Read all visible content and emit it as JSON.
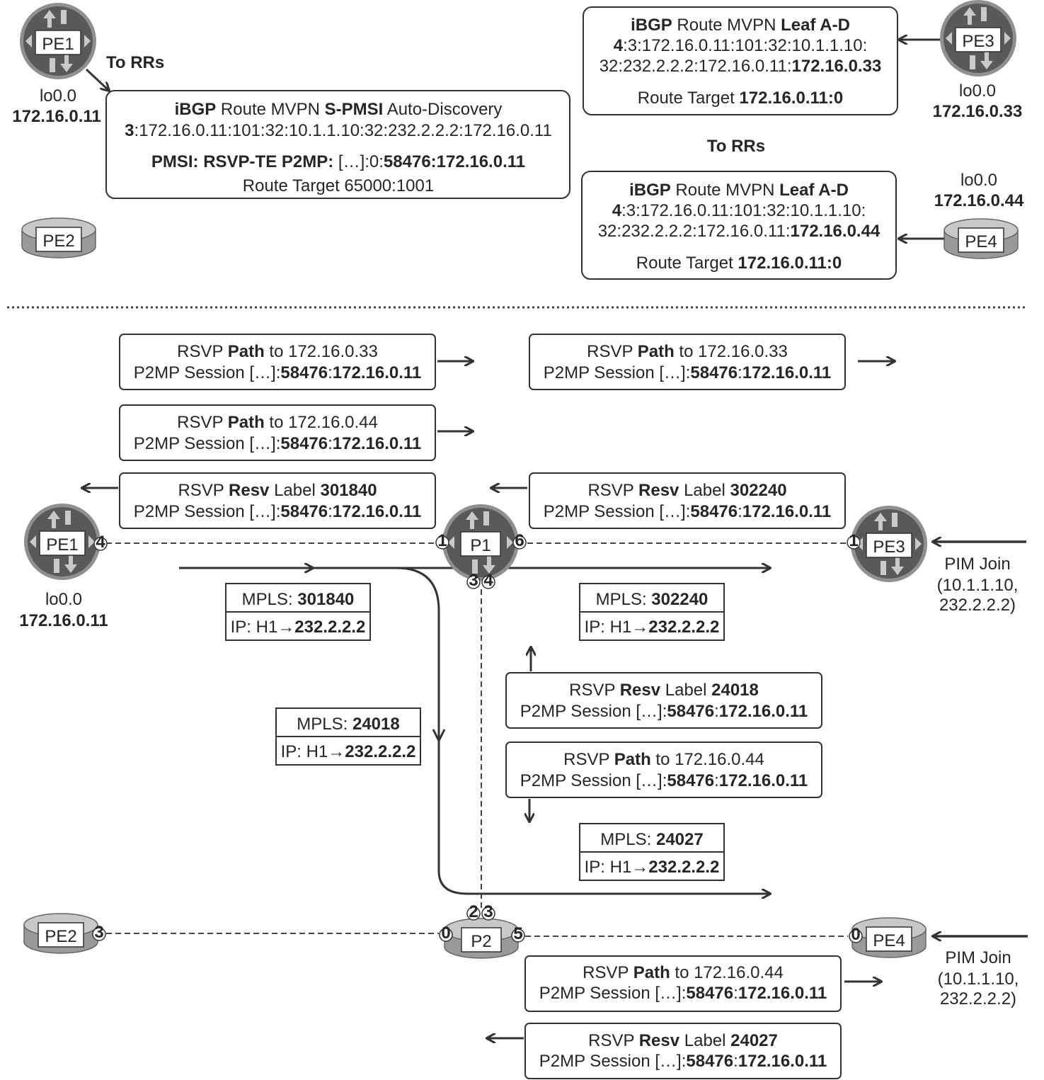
{
  "routers": {
    "pe1_top": "PE1",
    "pe2_top": "PE2",
    "pe3_top": "PE3",
    "pe4_top": "PE4",
    "pe1": "PE1",
    "p1": "P1",
    "pe3": "PE3",
    "pe2": "PE2",
    "p2": "P2",
    "pe4": "PE4"
  },
  "loopbacks": {
    "pe1_top": {
      "name": "lo0.0",
      "address": "172.16.0.11"
    },
    "pe3_top": {
      "name": "lo0.0",
      "address": "172.16.0.33"
    },
    "pe4_top": {
      "name": "lo0.0",
      "address": "172.16.0.44"
    },
    "pe1_bottom": {
      "name": "lo0.0",
      "address": "172.16.0.11"
    }
  },
  "to_rrs": {
    "left": "To RRs",
    "right": "To RRs"
  },
  "bgp_routes": {
    "spmsi": {
      "line1": {
        "a": "iBGP",
        "b": " Route MVPN ",
        "c": "S-PMSI",
        "d": " Auto-Discovery"
      },
      "line2": {
        "a": "3",
        "b": ":172.16.0.11:101:32:10.1.1.10:32:232.2.2.2:172.16.0.11"
      },
      "line3": {
        "a": "PMSI: RSVP-TE P2MP:",
        "b": " […]:0:",
        "c": "58476:172.16.0.11"
      },
      "line4": "Route Target 65000:1001"
    },
    "leaf_pe3": {
      "line1": {
        "a": "iBGP",
        "b": " Route MVPN ",
        "c": "Leaf A-D"
      },
      "line2": {
        "a": "4",
        "b": ":3:172.16.0.11:101:32:10.1.1.10:"
      },
      "line3": {
        "a": "32:232.2.2.2:172.16.0.11:",
        "b": "172.16.0.33"
      },
      "line4": {
        "a": "Route Target ",
        "b": "172.16.0.11:0"
      }
    },
    "leaf_pe4": {
      "line1": {
        "a": "iBGP",
        "b": " Route MVPN ",
        "c": "Leaf A-D"
      },
      "line2": {
        "a": "4",
        "b": ":3:172.16.0.11:101:32:10.1.1.10:"
      },
      "line3": {
        "a": "32:232.2.2.2:172.16.0.11:",
        "b": "172.16.0.44"
      },
      "line4": {
        "a": "Route Target ",
        "b": "172.16.0.11:0"
      }
    }
  },
  "rsvp": {
    "path_pe1_33": {
      "l1a": "RSVP ",
      "l1b": "Path",
      "l1c": " to 172.16.0.33",
      "l2a": "P2MP Session […]:",
      "l2b": "58476",
      "l2c": ":",
      "l2d": "172.16.0.11"
    },
    "path_p1_33": {
      "l1a": "RSVP ",
      "l1b": "Path",
      "l1c": " to 172.16.0.33",
      "l2a": "P2MP Session […]:",
      "l2b": "58476",
      "l2c": ":",
      "l2d": "172.16.0.11"
    },
    "path_pe1_44": {
      "l1a": "RSVP ",
      "l1b": "Path",
      "l1c": " to 172.16.0.44",
      "l2a": "P2MP Session […]:",
      "l2b": "58476",
      "l2c": ":",
      "l2d": "172.16.0.11"
    },
    "resv_301840": {
      "l1a": "RSVP ",
      "l1b": "Resv",
      "l1c": " Label ",
      "l1d": "301840",
      "l2a": "P2MP Session […]:",
      "l2b": "58476",
      "l2c": ":",
      "l2d": "172.16.0.11"
    },
    "resv_302240": {
      "l1a": "RSVP ",
      "l1b": "Resv",
      "l1c": " Label ",
      "l1d": "302240",
      "l2a": "P2MP Session […]:",
      "l2b": "58476",
      "l2c": ":",
      "l2d": "172.16.0.11"
    },
    "resv_24018": {
      "l1a": "RSVP ",
      "l1b": "Resv",
      "l1c": " Label ",
      "l1d": "24018",
      "l2a": "P2MP Session […]:",
      "l2b": "58476",
      "l2c": ":",
      "l2d": "172.16.0.11"
    },
    "path_p1_44": {
      "l1a": "RSVP ",
      "l1b": "Path",
      "l1c": " to 172.16.0.44",
      "l2a": "P2MP Session […]:",
      "l2b": "58476",
      "l2c": ":",
      "l2d": "172.16.0.11"
    },
    "path_p2_44": {
      "l1a": "RSVP ",
      "l1b": "Path",
      "l1c": " to 172.16.0.44",
      "l2a": "P2MP Session […]:",
      "l2b": "58476",
      "l2c": ":",
      "l2d": "172.16.0.11"
    },
    "resv_24027": {
      "l1a": "RSVP ",
      "l1b": "Resv",
      "l1c": " Label ",
      "l1d": "24027",
      "l2a": "P2MP Session […]:",
      "l2b": "58476",
      "l2c": ":",
      "l2d": "172.16.0.11"
    }
  },
  "packets": {
    "pkt_301840": {
      "mpls_prefix": "MPLS: ",
      "mpls_label": "301840",
      "ip_prefix": "IP: H1→",
      "ip_group": "232.2.2.2"
    },
    "pkt_302240": {
      "mpls_prefix": "MPLS: ",
      "mpls_label": "302240",
      "ip_prefix": "IP: H1→",
      "ip_group": "232.2.2.2"
    },
    "pkt_24018": {
      "mpls_prefix": "MPLS: ",
      "mpls_label": "24018",
      "ip_prefix": "IP: H1→",
      "ip_group": "232.2.2.2"
    },
    "pkt_24027": {
      "mpls_prefix": "MPLS: ",
      "mpls_label": "24027",
      "ip_prefix": "IP: H1→",
      "ip_group": "232.2.2.2"
    }
  },
  "ports": {
    "pe1": "4",
    "p1_left": "1",
    "p1_right": "6",
    "p1_down_a": "3",
    "p1_down_b": "4",
    "pe3": "1",
    "pe2": "3",
    "p2_left": "0",
    "p2_up_a": "2",
    "p2_up_b": "3",
    "p2_right": "5",
    "pe4": "0"
  },
  "pim_join": {
    "pe3": {
      "l1": "PIM Join",
      "l2": "(10.1.1.10,",
      "l3": "232.2.2.2)"
    },
    "pe4": {
      "l1": "PIM Join",
      "l2": "(10.1.1.10,",
      "l3": "232.2.2.2)"
    }
  },
  "colors": {
    "ink": "#262626",
    "router_fill": "#555555",
    "router_ring": "#9a9a9a",
    "switch_fill": "#b8b8b8"
  }
}
